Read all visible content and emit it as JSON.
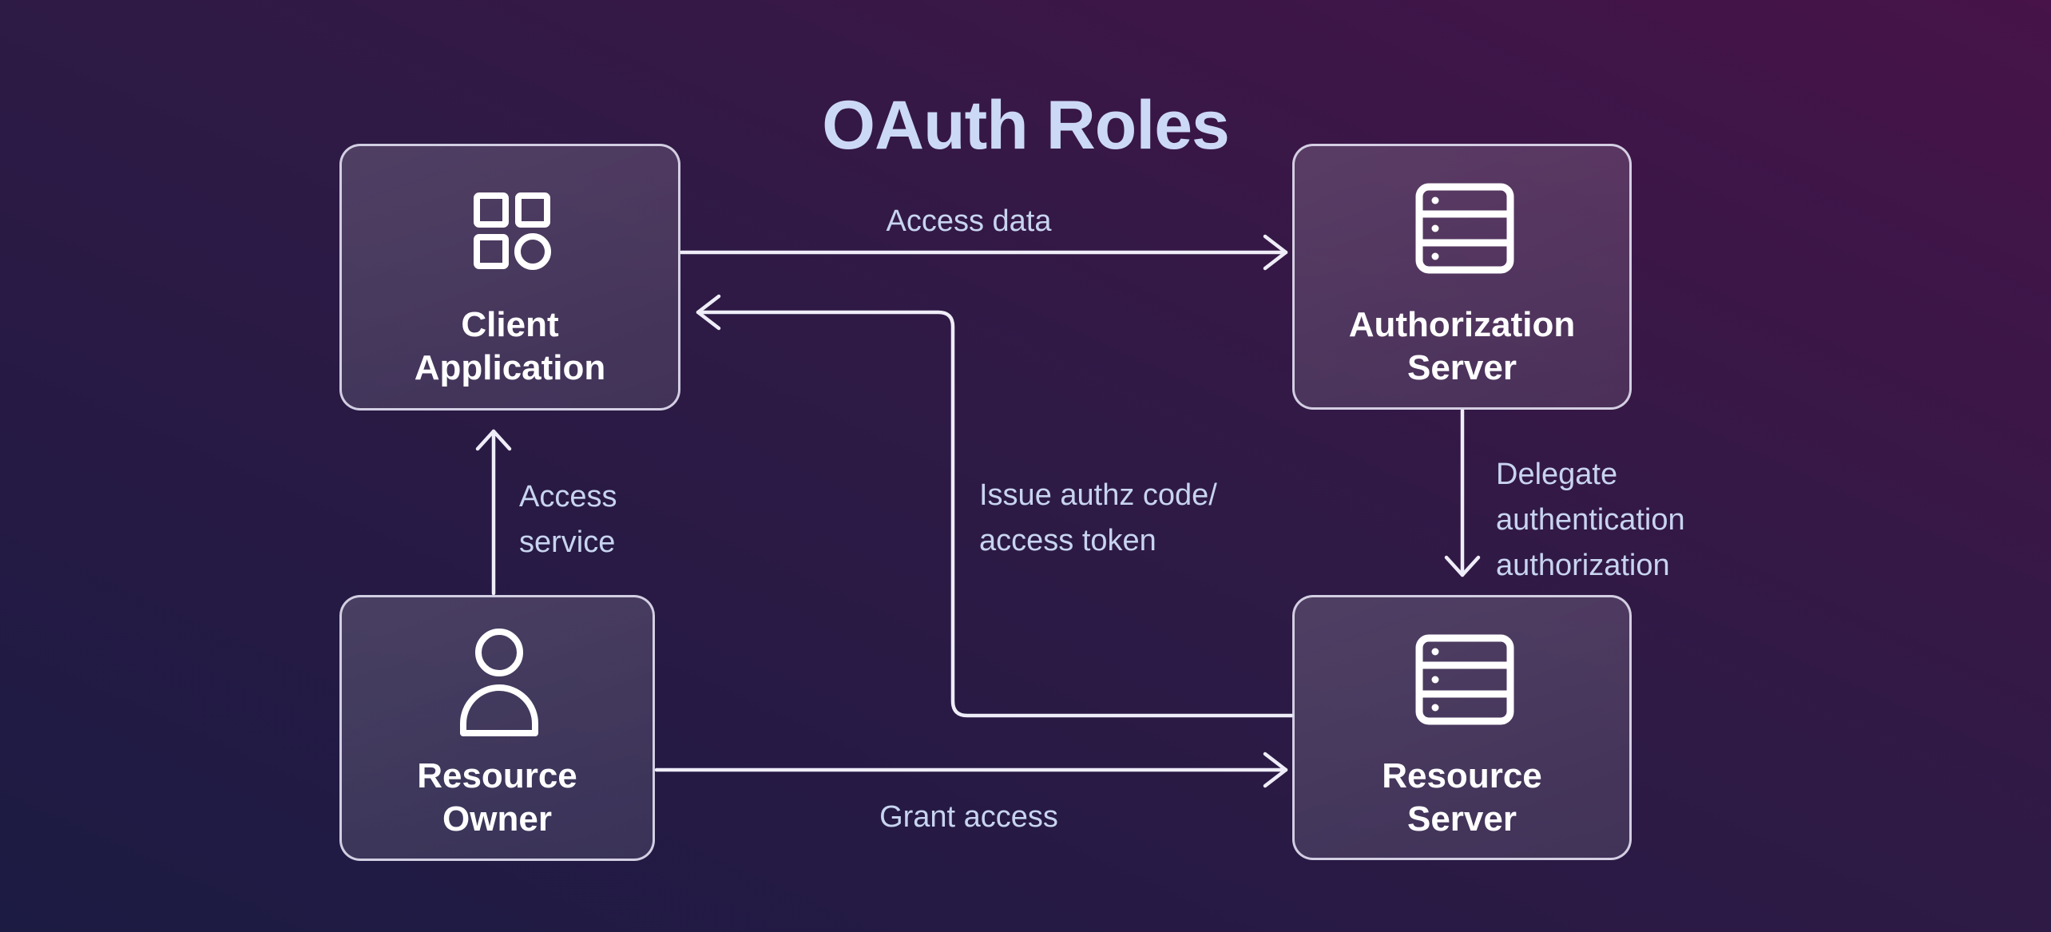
{
  "title": "OAuth Roles",
  "nodes": {
    "client": {
      "label_line1": "Client",
      "label_line2": "Application",
      "icon": "grid-app-icon"
    },
    "auth_server": {
      "label_line1": "Authorization",
      "label_line2": "Server",
      "icon": "server-icon"
    },
    "resource_owner": {
      "label_line1": "Resource",
      "label_line2": "Owner",
      "icon": "person-icon"
    },
    "resource_server": {
      "label_line1": "Resource",
      "label_line2": "Server",
      "icon": "server-icon"
    }
  },
  "edges": {
    "access_data": {
      "label": "Access data",
      "from": "client",
      "to": "auth_server",
      "direction": "right"
    },
    "issue_token": {
      "lines": [
        "Issue authz code/",
        "access token"
      ],
      "from": "resource_server",
      "to": "client",
      "direction": "left-up-left"
    },
    "delegate": {
      "lines": [
        "Delegate",
        "authentication",
        "authorization"
      ],
      "from": "auth_server",
      "to": "resource_server",
      "direction": "down"
    },
    "access_service": {
      "lines": [
        "Access",
        "service"
      ],
      "from": "resource_owner",
      "to": "client",
      "direction": "up"
    },
    "grant_access": {
      "label": "Grant access",
      "from": "resource_owner",
      "to": "resource_server",
      "direction": "right"
    }
  },
  "colors": {
    "bg_gradient_bottom_left": "#1c1b43",
    "bg_gradient_middle": "#2e1a45",
    "bg_gradient_top_right": "#471349",
    "node_fill": "rgba(255,255,255,0.13)",
    "node_border": "#e0dcef",
    "arrow": "#efedf8",
    "title_text": "#ccd9f6",
    "edge_label_text": "#c8d4f0",
    "node_label_text": "#ffffff"
  }
}
